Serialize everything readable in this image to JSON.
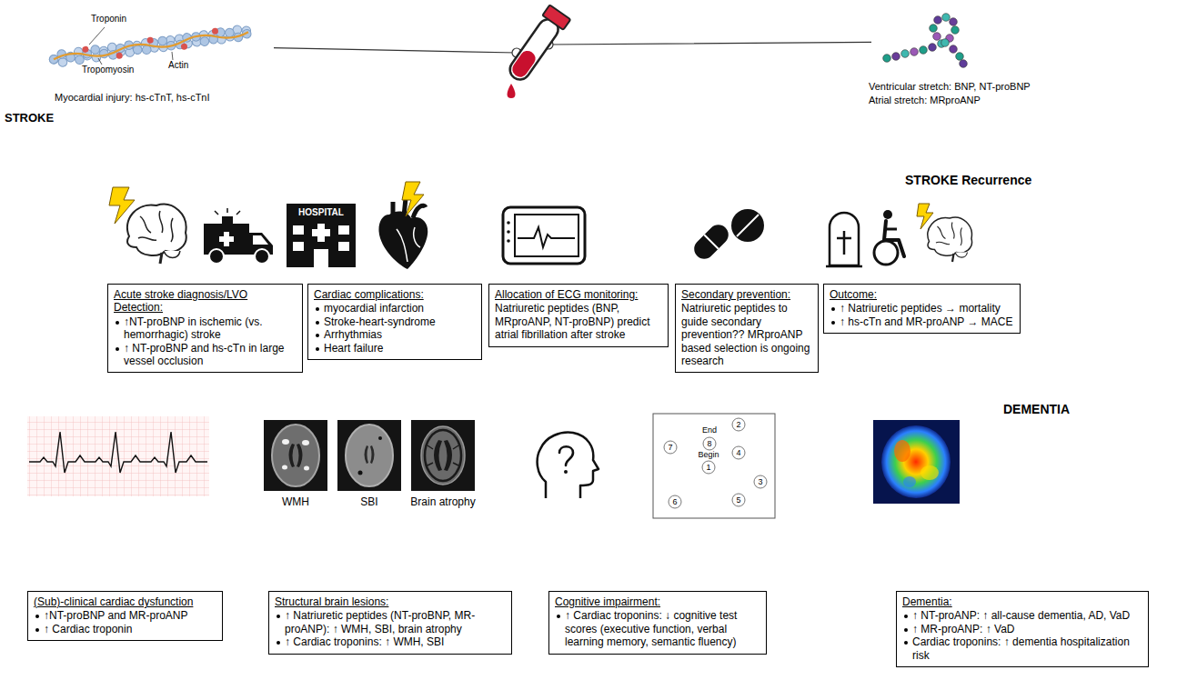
{
  "diagram": {
    "nodes": [
      {
        "text": [
          "Myocardial injury: hs-cTnT, hs-cTnI"
        ]
      },
      {
        "text": [
          "Ventricular stretch: BNP, NT-proBNP",
          "Atrial stretch: MRproANP"
        ]
      },
      {
        "text": [
          "STROKE",
          "STROKE Recurrence"
        ]
      },
      {
        "text": [
          "Acute stroke diagnosis/LVO Detection:",
          "↑NT-proBNP in ischemic (vs. hemorrhagic) stroke",
          "↑ NT-proBNP and hs-cTn in large vessel occlusion"
        ]
      },
      {
        "text": [
          "Cardiac complications:",
          "myocardial infarction",
          "Stroke-heart-syndrome",
          "Arrhythmias",
          "Heart failure"
        ]
      },
      {
        "text": [
          "Allocation of ECG monitoring:",
          "Natriuretic peptides (BNP, MRproANP, NT-proBNP) predict atrial fibrillation after stroke"
        ]
      },
      {
        "text": [
          "Secondary prevention:",
          "Natriuretic peptides to guide secondary prevention?? MRproANP based selection is ongoing research"
        ]
      },
      {
        "text": [
          "Outcome:",
          "↑ Natriuretic peptides → mortality",
          "↑ hs-cTn and MR-proANP → MACE"
        ]
      },
      {
        "text": [
          "DEMENTIA"
        ]
      },
      {
        "text": [
          "(Sub)-clinical cardiac dysfunction",
          "↑NT-proBNP and MR-proANP",
          "↑ Cardiac troponin"
        ]
      },
      {
        "text": [
          "Structural brain lesions:",
          "↑ Natriuretic peptides (NT-proBNP, MR-proANP): ↑ WMH, SBI, brain atrophy",
          "↑ Cardiac troponins: ↑ WMH, SBI"
        ]
      },
      {
        "text": [
          "Cognitive impairment:",
          "↑ Cardiac troponins: ↓ cognitive test scores (executive function, verbal learning memory, semantic fluency)"
        ]
      },
      {
        "text": [
          "Dementia:",
          "↑ NT-proANP: ↑ all-cause dementia, AD, VaD",
          "↑ MR-proANP: ↑ VaD",
          "Cardiac troponins: ↑ dementia hospitalization risk"
        ]
      }
    ],
    "edges": [
      {
        "from": 0,
        "to": 1,
        "arrow": "none"
      }
    ],
    "labels": [
      "Troponin",
      "Tropomyosin",
      "Actin",
      "HOSPITAL",
      "WMH",
      "SBI",
      "Brain atrophy",
      "2",
      "End",
      "8",
      "7",
      "4",
      "Begin",
      "1",
      "3",
      "5",
      "6"
    ]
  }
}
